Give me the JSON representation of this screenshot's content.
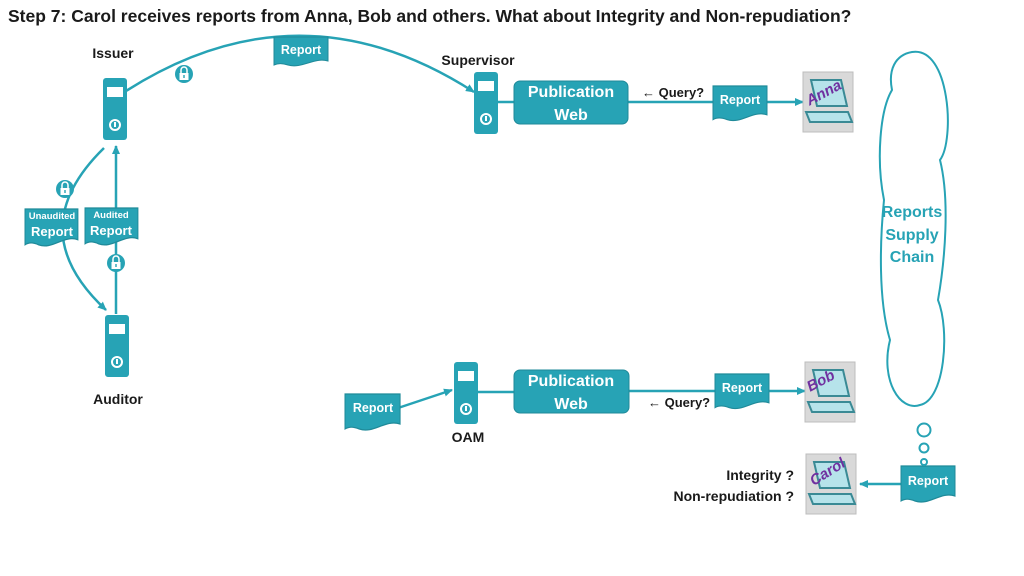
{
  "title": "Step 7: Carol receives reports from Anna, Bob and others. What about Integrity and Non-repudiation?",
  "labels": {
    "issuer": "Issuer",
    "supervisor": "Supervisor",
    "auditor": "Auditor",
    "oam": "OAM",
    "integrity": "Integrity ?",
    "non_repudiation": "Non-repudiation ?"
  },
  "documents": {
    "report": "Report",
    "unaudited": "Unaudited",
    "audited": "Audited"
  },
  "publication_web": {
    "line1": "Publication",
    "line2": "Web"
  },
  "query": {
    "left": "← Query?",
    "bottom": "← Query?"
  },
  "users": {
    "anna": "Anna",
    "bob": "Bob",
    "carol": "Carol"
  },
  "cloud": {
    "line1": "Reports",
    "line2": "Supply",
    "line3": "Chain"
  },
  "colors": {
    "accent": "#27a3b5",
    "name": "#7030a0",
    "laptop_bg": "#d9d9d9"
  }
}
